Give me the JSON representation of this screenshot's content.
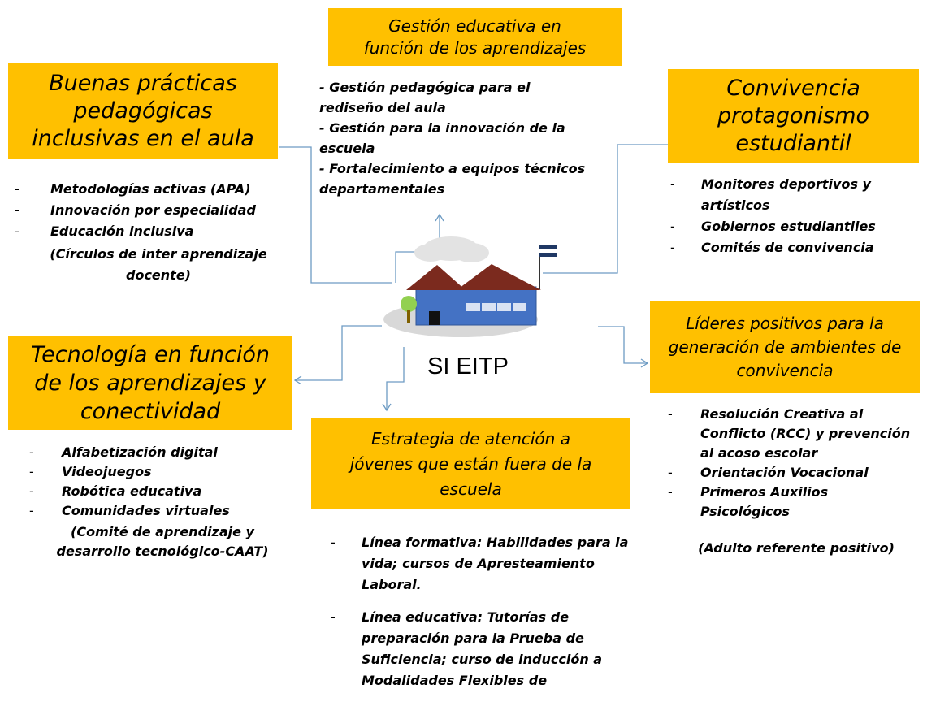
{
  "center_label": "SI EITP",
  "boxes": {
    "gestion": "Gestión educativa en función de los aprendizajes",
    "buenas": "Buenas prácticas pedagógicas inclusivas en el aula",
    "convivencia": "Convivencia protagonismo estudiantil",
    "tecnologia": "Tecnología en función de los aprendizajes y conectividad",
    "lideres": "Líderes positivos para la generación de ambientes de convivencia",
    "estrategia": "Estrategia de atención a jóvenes que están fuera de la escuela"
  },
  "gestion_items": [
    "- Gestión pedagógica para el rediseño del aula",
    "- Gestión para la innovación de la escuela",
    "- Fortalecimiento a equipos técnicos departamentales"
  ],
  "buenas_items": [
    "Metodologías activas (APA)",
    "Innovación por especialidad",
    "Educación inclusiva"
  ],
  "buenas_note": "(Círculos de inter aprendizaje docente)",
  "convivencia_items": [
    "Monitores deportivos y artísticos",
    "Gobiernos estudiantiles",
    "Comités de convivencia"
  ],
  "tecnologia_items": [
    "Alfabetización digital",
    "Videojuegos",
    "Robótica educativa",
    "Comunidades virtuales"
  ],
  "tecnologia_note": "(Comité de aprendizaje y desarrollo tecnológico-CAAT)",
  "lideres_items": [
    "Resolución Creativa al Conflicto (RCC) y prevención al acoso escolar",
    "Orientación Vocacional",
    "Primeros Auxilios Psicológicos"
  ],
  "lideres_note": "(Adulto referente positivo)",
  "estrategia_items": [
    "Línea formativa: Habilidades para la vida; cursos de Apresteamiento Laboral.",
    "Línea educativa: Tutorías de preparación para la Prueba de Suficiencia; curso de inducción a Modalidades Flexibles de"
  ],
  "colors": {
    "box": "#FFC000",
    "line": "#6D9BC3"
  }
}
